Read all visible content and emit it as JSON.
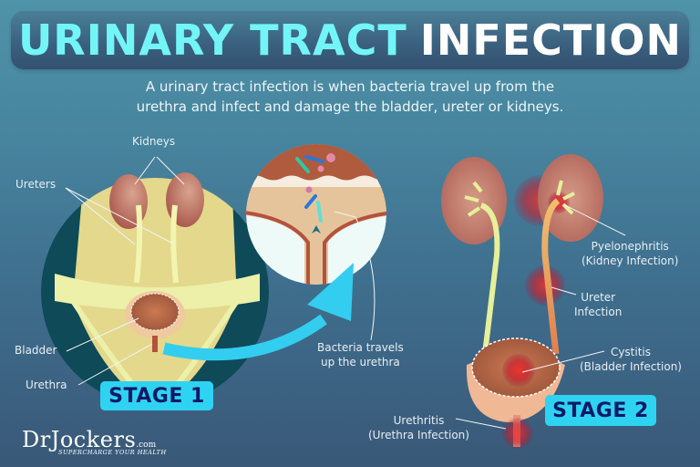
{
  "title": {
    "highlight": "URINARY TRACT",
    "rest": "INFECTION",
    "highlight_color": "#73f5f7"
  },
  "subtitle": {
    "line1": "A urinary tract infection is when bacteria travel up from the",
    "line2": "urethra and infect and damage the bladder, ureter or kidneys."
  },
  "stage1": {
    "badge": "STAGE 1",
    "labels": {
      "kidneys": "Kidneys",
      "ureters": "Ureters",
      "bladder": "Bladder",
      "urethra": "Urethra",
      "bacteria_line1": "Bacteria travels",
      "bacteria_line2": "up the urethra"
    }
  },
  "stage2": {
    "badge": "STAGE 2",
    "labels": {
      "pyelonephritis_line1": "Pyelonephritis",
      "pyelonephritis_line2": "(Kidney Infection)",
      "ureter_line1": "Ureter",
      "ureter_line2": "Infection",
      "cystitis_line1": "Cystitis",
      "cystitis_line2": "(Bladder Infection)",
      "urethritis_line1": "Urethritis",
      "urethritis_line2": "(Urethra Infection)"
    }
  },
  "branding": {
    "logo": "DrJockers",
    "domain": ".com",
    "tagline": "SUPERCHARGE YOUR HEALTH"
  },
  "colors": {
    "stage_badge_bg": "#2fd3f2",
    "stage_badge_text": "#0e1a66",
    "arrow": "#33cdf0",
    "infection_red": "#e0202a"
  }
}
